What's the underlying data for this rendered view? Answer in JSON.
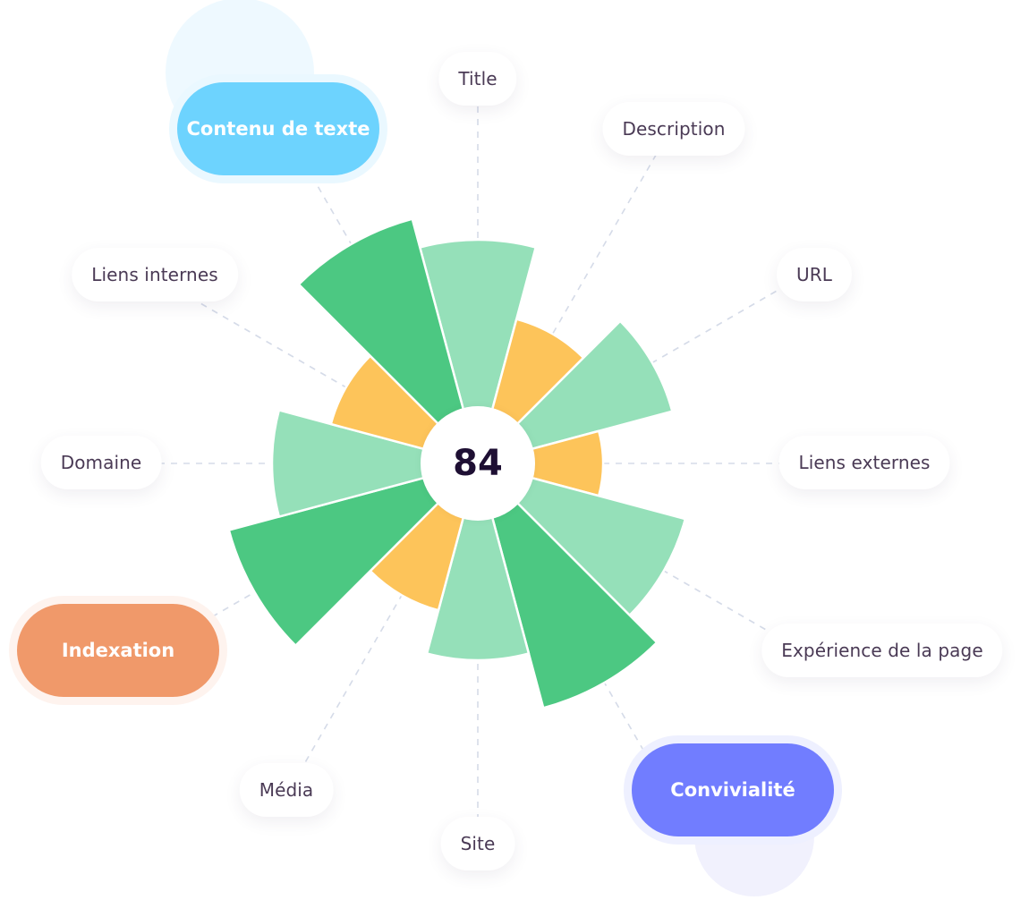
{
  "score": {
    "value": "84"
  },
  "chart_data": {
    "type": "polar-area",
    "title": "",
    "center_label": "84",
    "start_angle_deg": -15,
    "sector_angle_deg": 30,
    "colors": {
      "strong": "#4cc882",
      "medium": "#95e0b9",
      "weak": "#fdc45a"
    },
    "sectors": [
      {
        "label": "Title",
        "value": 250,
        "level": "medium"
      },
      {
        "label": "Description",
        "value": 167,
        "level": "weak"
      },
      {
        "label": "URL",
        "value": 225,
        "level": "medium"
      },
      {
        "label": "Liens externes",
        "value": 140,
        "level": "weak"
      },
      {
        "label": "Expérience de la page",
        "value": 240,
        "level": "medium"
      },
      {
        "label": "Convivialité",
        "value": 283,
        "level": "strong"
      },
      {
        "label": "Site",
        "value": 220,
        "level": "medium"
      },
      {
        "label": "Média",
        "value": 170,
        "level": "weak"
      },
      {
        "label": "Indexation",
        "value": 288,
        "level": "strong"
      },
      {
        "label": "Domaine",
        "value": 230,
        "level": "medium"
      },
      {
        "label": "Liens internes",
        "value": 170,
        "level": "weak"
      },
      {
        "label": "Contenu de texte",
        "value": 283,
        "level": "strong"
      }
    ],
    "value_range": [
      0,
      300
    ]
  },
  "labels": [
    {
      "text": "Title"
    },
    {
      "text": "Description"
    },
    {
      "text": "URL"
    },
    {
      "text": "Liens externes"
    },
    {
      "text": "Expérience de la page"
    },
    {
      "text": "Média"
    },
    {
      "text": "Site"
    },
    {
      "text": "Domaine"
    },
    {
      "text": "Liens internes"
    }
  ],
  "categories": [
    {
      "text": "Contenu de texte",
      "color": "#6dd3fe",
      "halo": "#eaf8ff"
    },
    {
      "text": "Indexation",
      "color": "#f0996a",
      "halo": "#fef3ee"
    },
    {
      "text": "Convivialité",
      "color": "#717dff",
      "halo": "#eef0ff"
    }
  ]
}
